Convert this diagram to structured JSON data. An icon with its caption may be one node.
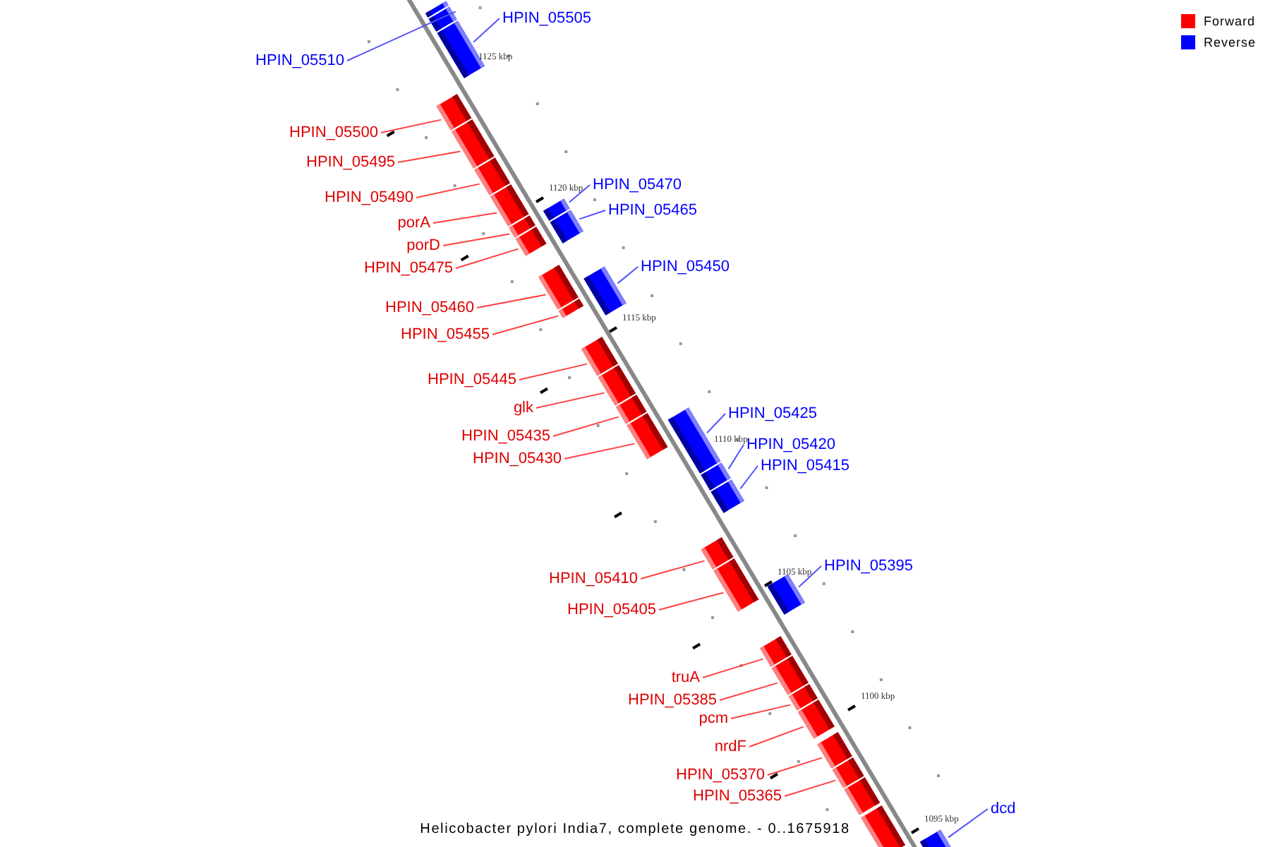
{
  "diagram": {
    "caption": "Helicobacter pylori India7, complete genome. - 0..1675918",
    "nodes": [
      {
        "text": [],
        "shape": "bar"
      },
      {
        "text": [
          "HPIN_05510"
        ]
      },
      {
        "text": [],
        "shape": "bar"
      },
      {
        "text": [
          "HPIN_05505"
        ]
      },
      {
        "text": [],
        "shape": "bar"
      },
      {
        "text": [
          "HPIN_05500"
        ]
      },
      {
        "text": [],
        "shape": "bar"
      },
      {
        "text": [
          "HPIN_05495"
        ]
      },
      {
        "text": [],
        "shape": "bar"
      },
      {
        "text": [
          "HPIN_05490"
        ]
      },
      {
        "text": [],
        "shape": "bar"
      },
      {
        "text": [
          "porA"
        ]
      },
      {
        "text": [],
        "shape": "bar"
      },
      {
        "text": [
          "porD"
        ]
      },
      {
        "text": [],
        "shape": "bar"
      },
      {
        "text": [
          "HPIN_05470"
        ]
      },
      {
        "text": [],
        "shape": "bar"
      },
      {
        "text": [
          "HPIN_05475"
        ]
      },
      {
        "text": [],
        "shape": "bar"
      },
      {
        "text": [
          "HPIN_05465"
        ]
      },
      {
        "text": [],
        "shape": "bar"
      },
      {
        "text": [
          "HPIN_05460"
        ]
      },
      {
        "text": [],
        "shape": "bar"
      },
      {
        "text": [
          "HPIN_05450"
        ]
      },
      {
        "text": [],
        "shape": "bar"
      },
      {
        "text": [
          "HPIN_05455"
        ]
      },
      {
        "text": [],
        "shape": "bar"
      },
      {
        "text": [
          "HPIN_05445"
        ]
      },
      {
        "text": [],
        "shape": "bar"
      },
      {
        "text": [
          "glk"
        ]
      },
      {
        "text": [],
        "shape": "bar"
      },
      {
        "text": [
          "HPIN_05435"
        ]
      },
      {
        "text": [],
        "shape": "bar"
      },
      {
        "text": [
          "HPIN_05430"
        ]
      },
      {
        "text": [],
        "shape": "bar"
      },
      {
        "text": [
          "HPIN_05425"
        ]
      },
      {
        "text": [],
        "shape": "bar"
      },
      {
        "text": [
          "HPIN_05420"
        ]
      },
      {
        "text": [],
        "shape": "bar"
      },
      {
        "text": [
          "HPIN_05415"
        ]
      },
      {
        "text": [],
        "shape": "bar"
      },
      {
        "text": [
          "HPIN_05410"
        ]
      },
      {
        "text": [],
        "shape": "bar"
      },
      {
        "text": [
          "HPIN_05405"
        ]
      },
      {
        "text": [],
        "shape": "bar"
      },
      {
        "text": [
          "HPIN_05395"
        ]
      },
      {
        "text": [],
        "shape": "bar"
      },
      {
        "text": [
          "truA"
        ]
      },
      {
        "text": [],
        "shape": "bar"
      },
      {
        "text": [
          "HPIN_05385"
        ]
      },
      {
        "text": [],
        "shape": "bar"
      },
      {
        "text": [
          "pcm"
        ]
      },
      {
        "text": [],
        "shape": "bar"
      },
      {
        "text": [
          "nrdF"
        ]
      },
      {
        "text": [],
        "shape": "bar"
      },
      {
        "text": [
          "HPIN_05370"
        ]
      },
      {
        "text": [],
        "shape": "bar"
      },
      {
        "text": [
          "HPIN_05365"
        ]
      },
      {
        "text": [],
        "shape": "bar"
      },
      {
        "text": [],
        "shape": "bar"
      },
      {
        "text": [],
        "shape": "bar"
      },
      {
        "text": [
          "dcd"
        ]
      },
      {
        "text": [],
        "shape": "bar"
      }
    ],
    "edges": [
      {
        "from": 1,
        "to": 2,
        "arrow": "none",
        "color": "#5050ff"
      },
      {
        "from": 3,
        "to": 4,
        "arrow": "none",
        "color": "#5050ff"
      },
      {
        "from": 5,
        "to": 6,
        "arrow": "none"
      },
      {
        "from": 7,
        "to": 8,
        "arrow": "none"
      },
      {
        "from": 9,
        "to": 10,
        "arrow": "none"
      },
      {
        "from": 11,
        "to": 12,
        "arrow": "none"
      },
      {
        "from": 13,
        "to": 14,
        "arrow": "none"
      },
      {
        "from": 15,
        "to": 16,
        "arrow": "none",
        "color": "#5050ff"
      },
      {
        "from": 17,
        "to": 18,
        "arrow": "none"
      },
      {
        "from": 19,
        "to": 20,
        "arrow": "none",
        "color": "#5050ff"
      },
      {
        "from": 21,
        "to": 22,
        "arrow": "none"
      },
      {
        "from": 23,
        "to": 24,
        "arrow": "none",
        "color": "#5050ff"
      },
      {
        "from": 25,
        "to": 26,
        "arrow": "none"
      },
      {
        "from": 27,
        "to": 28,
        "arrow": "none"
      },
      {
        "from": 29,
        "to": 30,
        "arrow": "none"
      },
      {
        "from": 31,
        "to": 32,
        "arrow": "none"
      },
      {
        "from": 33,
        "to": 34,
        "arrow": "none"
      },
      {
        "from": 35,
        "to": 36,
        "arrow": "none",
        "color": "#5050ff"
      },
      {
        "from": 37,
        "to": 38,
        "arrow": "none",
        "color": "#5050ff"
      },
      {
        "from": 39,
        "to": 40,
        "arrow": "none",
        "color": "#5050ff"
      },
      {
        "from": 41,
        "to": 42,
        "arrow": "none"
      },
      {
        "from": 43,
        "to": 44,
        "arrow": "none"
      },
      {
        "from": 45,
        "to": 46,
        "arrow": "none",
        "color": "#5050ff"
      },
      {
        "from": 47,
        "to": 48,
        "arrow": "none"
      },
      {
        "from": 49,
        "to": 50,
        "arrow": "none"
      },
      {
        "from": 51,
        "to": 52,
        "arrow": "none"
      },
      {
        "from": 53,
        "to": 54,
        "arrow": "none"
      },
      {
        "from": 55,
        "to": 56,
        "arrow": "none"
      },
      {
        "from": 57,
        "to": 58,
        "arrow": "none"
      },
      {
        "from": 61,
        "to": 62,
        "arrow": "none",
        "color": "#5050ff"
      }
    ],
    "labels": [
      "1125 kbp",
      "1120 kbp",
      "1115 kbp",
      "1110 kbp",
      "1105 kbp",
      "1100 kbp",
      "1095 kbp"
    ],
    "legend": [
      {
        "text": "Forward",
        "color": "#ff0000"
      },
      {
        "text": "Reverse",
        "color": "#0000ff"
      }
    ]
  }
}
